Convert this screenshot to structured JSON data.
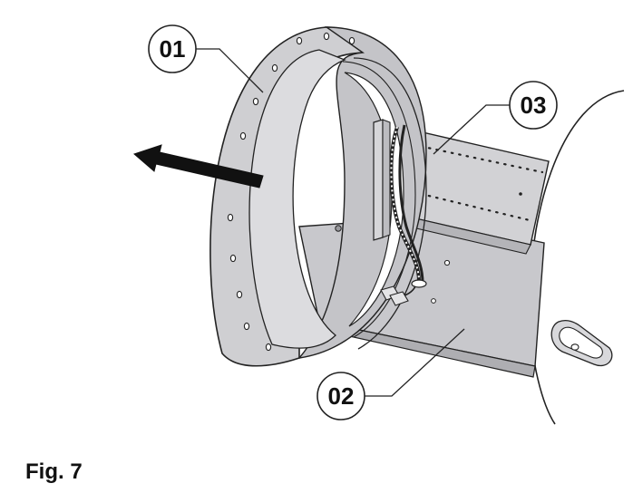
{
  "figure": {
    "caption": "Fig. 7"
  },
  "callouts": [
    {
      "id": "01",
      "label": "01"
    },
    {
      "id": "02",
      "label": "02"
    },
    {
      "id": "03",
      "label": "03"
    }
  ],
  "colors": {
    "part_fill": "#cfcfd2",
    "part_fill_dark": "#b8b8bc",
    "part_fill_light": "#dedee0",
    "outline": "#222222",
    "arrow": "#111111"
  }
}
